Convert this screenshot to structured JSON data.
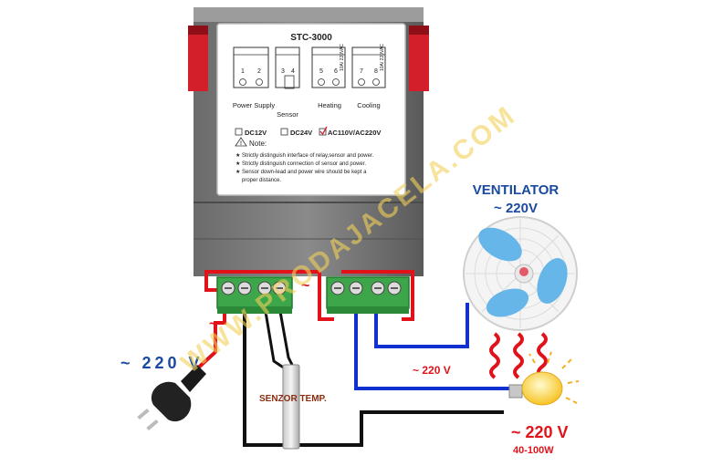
{
  "controller": {
    "model": "STC-3000",
    "terminals": [
      "1",
      "2",
      "3",
      "4",
      "5",
      "6",
      "7",
      "8"
    ],
    "relay_rating": "10A/ 220VAC",
    "labels": {
      "power_supply": "Power Supply",
      "sensor": "Sensor",
      "heating": "Heating",
      "cooling": "Cooling"
    },
    "voltage_options": [
      {
        "label": "DC12V",
        "checked": false
      },
      {
        "label": "DC24V",
        "checked": false
      },
      {
        "label": "AC110V/AC220V",
        "checked": true
      }
    ],
    "note_title": "Note:",
    "notes": [
      "Strictly distinguish interface of relay,sensor and power.",
      "Strictly distinguish connection of sensor and power.",
      "Sensor down-lead and power wire should be kept a",
      "proper distance."
    ]
  },
  "diagram": {
    "tilde_left": "~",
    "tilde_mid": "~",
    "supply_label": "~ 220 V",
    "ventilator_title": "VENTILATOR",
    "ventilator_voltage": "~ 220V",
    "wire_voltage": "~ 220 V",
    "lamp_voltage": "~ 220 V",
    "lamp_power": "40-100W",
    "sensor_label": "SENZOR TEMP.",
    "watermark": "WWW.PRODAJACELA.COM"
  },
  "colors": {
    "red_wire": "#e0121a",
    "blue_wire": "#1030d0",
    "black_wire": "#111111",
    "terminal_green": "#3ea64a",
    "label_blue": "#1a4aa0",
    "watermark": "#f2d15a"
  }
}
